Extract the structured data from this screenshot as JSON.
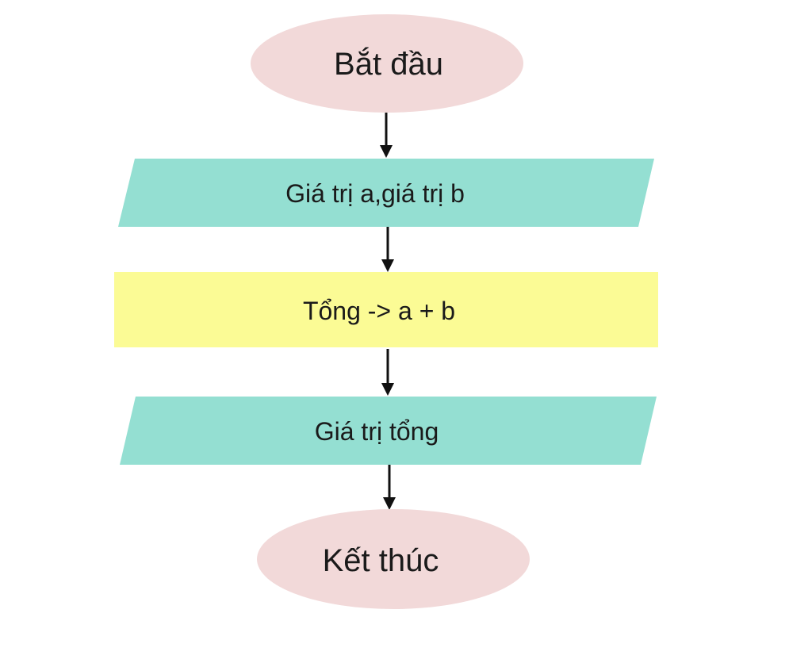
{
  "flowchart": {
    "start": {
      "label": "Bắt đầu"
    },
    "input": {
      "label": "Giá trị a,giá trị b"
    },
    "process": {
      "label": "Tổng -> a + b"
    },
    "output": {
      "label": "Giá trị tổng"
    },
    "end": {
      "label": "Kết thúc"
    }
  },
  "colors": {
    "terminal_fill": "#f2d9d9",
    "io_fill": "#94dfd2",
    "process_fill": "#fbfb95",
    "arrow": "#111111",
    "text": "#1a1a1a"
  }
}
